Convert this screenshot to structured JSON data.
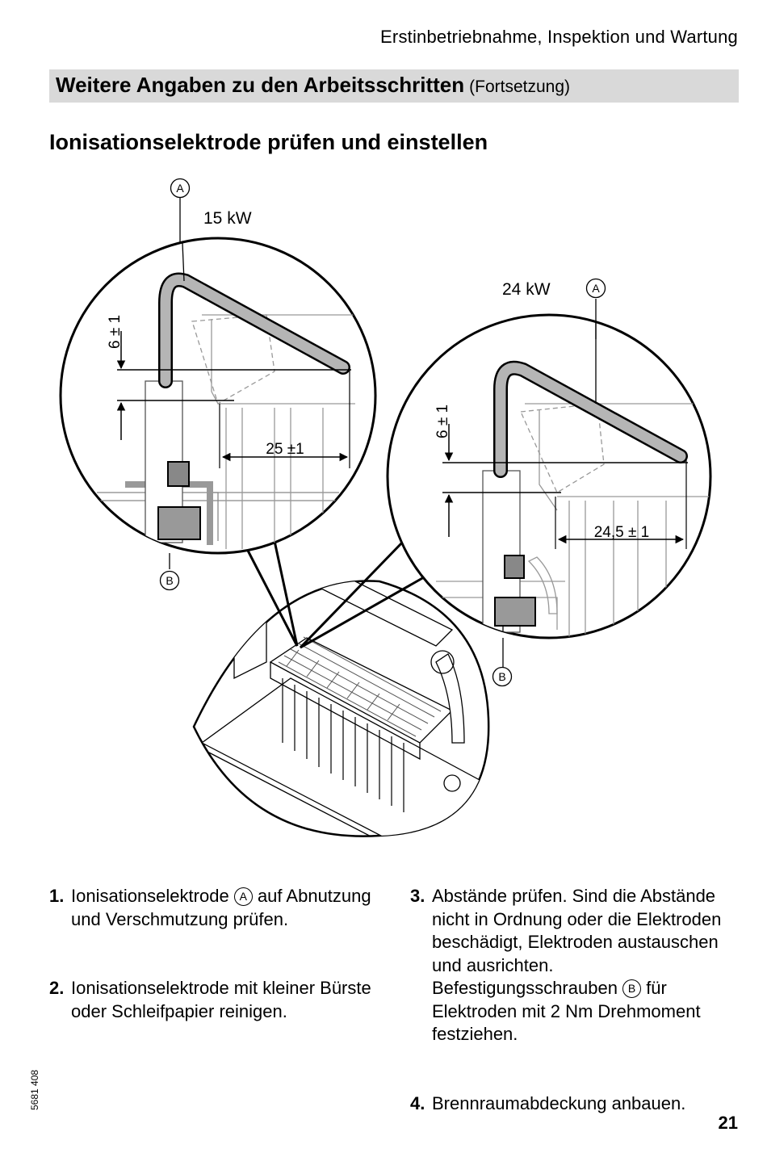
{
  "header": {
    "chapter": "Erstinbetriebnahme, Inspektion und Wartung"
  },
  "section": {
    "title": "Weitere Angaben zu den Arbeitsschritten",
    "continuation": "(Fortsetzung)"
  },
  "subheading": "Ionisationselektrode prüfen und einstellen",
  "figure": {
    "left_detail": {
      "power": "15 kW",
      "vertical_dim": "6 ± 1",
      "horizontal_dim": "25 ±1",
      "label_a": "A",
      "label_b": "B"
    },
    "right_detail": {
      "power": "24 kW",
      "vertical_dim": "6 ± 1",
      "horizontal_dim": "24,5 ± 1",
      "label_a": "A",
      "label_b": "B"
    }
  },
  "steps": [
    {
      "number": "1.",
      "pre": "Ionisationselektrode",
      "marker": "A",
      "post": "auf Abnutzung und Verschmutzung prüfen."
    },
    {
      "number": "2.",
      "text": "Ionisationselektrode mit kleiner Bürste oder Schleifpapier reinigen."
    },
    {
      "number": "3.",
      "text": "Abstände prüfen. Sind die Abstände nicht in Ordnung oder die Elektroden beschädigt, Elektroden austauschen und ausrichten.",
      "pre2": "Befestigungsschrauben",
      "marker": "B",
      "post2": "für Elektroden mit 2 Nm Dreh­moment festziehen."
    },
    {
      "number": "4.",
      "text": "Brennraumabdeckung anbauen."
    }
  ],
  "footer": {
    "doc_number": "5681 408",
    "page_number": "21"
  }
}
